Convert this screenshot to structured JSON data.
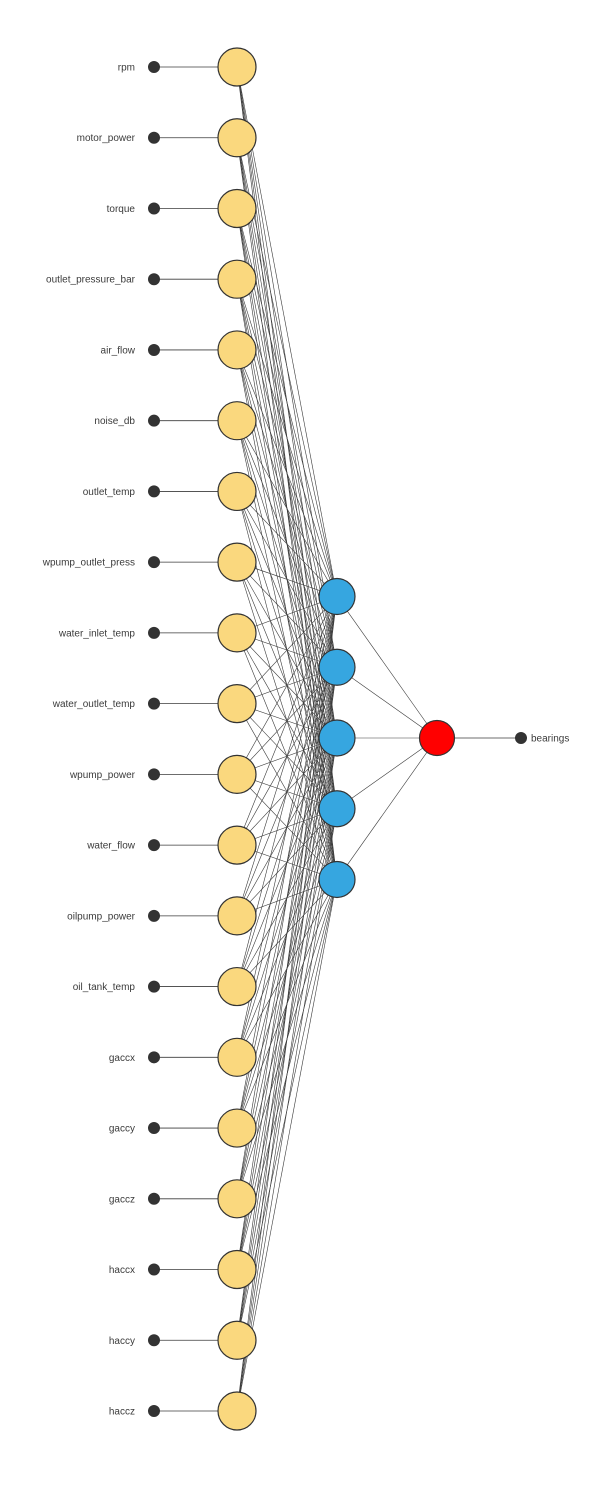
{
  "diagram": {
    "kind": "feedforward-neural-network",
    "layers": {
      "input_count": 20,
      "hidden_count": 5,
      "output_count": 1
    },
    "input_labels": [
      "rpm",
      "motor_power",
      "torque",
      "outlet_pressure_bar",
      "air_flow",
      "noise_db",
      "outlet_temp",
      "wpump_outlet_press",
      "water_inlet_temp",
      "water_outlet_temp",
      "wpump_power",
      "water_flow",
      "oilpump_power",
      "oil_tank_temp",
      "gaccx",
      "gaccy",
      "gaccz",
      "haccx",
      "haccy",
      "haccz"
    ],
    "output_labels": [
      "bearings"
    ],
    "colors": {
      "input_node": "#FAD87E",
      "hidden_node": "#36A6E0",
      "output_node": "#FF0000",
      "node_border": "#333333",
      "edge": "#3B3B3B",
      "terminal_dot": "#333333",
      "label_text": "#3B3B3B",
      "background": "#FFFFFF"
    }
  }
}
